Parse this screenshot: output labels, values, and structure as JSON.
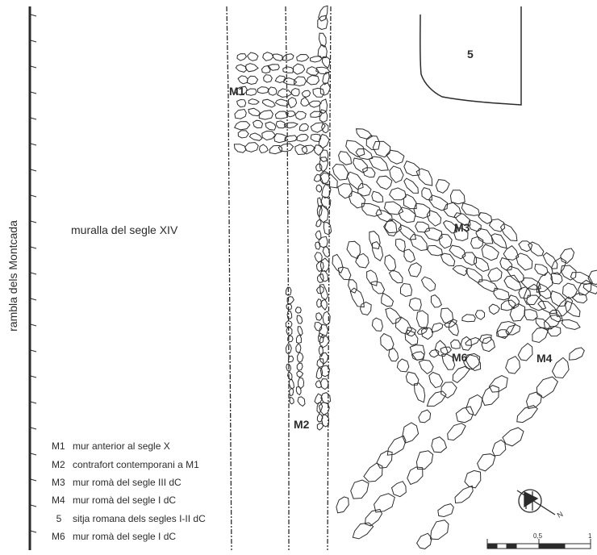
{
  "labels": {
    "street": "rambla dels Montcada",
    "wall": "muralla del segle XIV",
    "m1": "M1",
    "m2": "M2",
    "m3": "M3",
    "m4": "M4",
    "m6": "M6",
    "pit": "5",
    "north": "N"
  },
  "legend": [
    {
      "key": "M1",
      "text": "mur anterior al segle X"
    },
    {
      "key": "M2",
      "text": "contrafort contemporani a M1"
    },
    {
      "key": "M3",
      "text": "mur romà del segle III dC"
    },
    {
      "key": "M4",
      "text": "mur romà del segle I dC"
    },
    {
      "key": "5",
      "text": "sitja romana dels segles I-II dC"
    },
    {
      "key": "M6",
      "text": "mur romà del segle I dC"
    }
  ],
  "scale": {
    "mid": "0,5",
    "end": "1"
  },
  "colors": {
    "ink": "#2b2b2b",
    "background": "#ffffff"
  }
}
